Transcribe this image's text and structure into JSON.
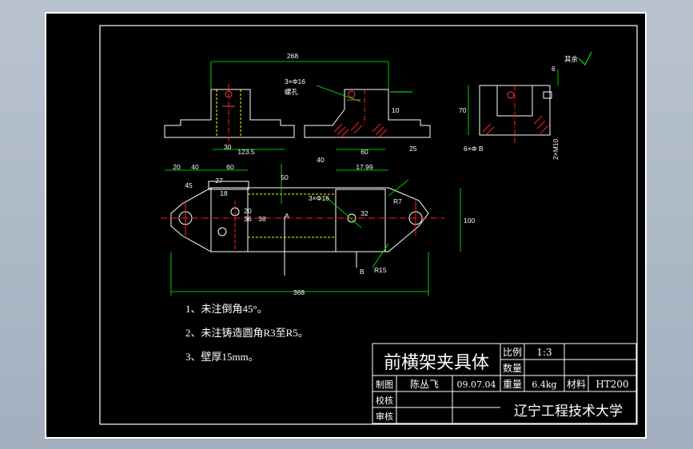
{
  "title_block": {
    "part_name": "前横架夹具体",
    "scale_label": "比例",
    "scale_value": "1:3",
    "quantity_label": "数量",
    "weight_label": "重量",
    "weight_value": "6.4kg",
    "material_label": "材料",
    "material_value": "HT200",
    "drawn_label": "制图",
    "drawn_by": "陈丛飞",
    "date": "09.07.04",
    "check_label": "校核",
    "review_label": "审核",
    "school": "辽宁工程技术大学"
  },
  "notes": [
    "1、未注倒角45°。",
    "2、未注铸造圆角R3至R5。",
    "3、壁厚15mm。"
  ],
  "roughness_note": "其余",
  "dimensions": {
    "top_overall": "268",
    "bottom_overall": "368",
    "d_123_5": "123.5",
    "d_60a": "60",
    "d_60b": "60",
    "d_17_99": "17.99",
    "d_20a": "20",
    "d_40a": "40",
    "d_40b": "40",
    "d_27": "27",
    "d_18": "18",
    "d_36": "36",
    "d_20b": "20",
    "d_38": "38",
    "d_50": "50",
    "d_45": "45",
    "d_32": "32",
    "d_100": "100",
    "d_70": "70",
    "d_10": "10",
    "d_6": "6",
    "d_25": "25",
    "d_30": "30",
    "r_7": "R7",
    "r_15": "R15",
    "holes_top": "3×Φ16",
    "holes_plan": "3×Φ16",
    "thread_note": "螺孔",
    "side_note": "2×M10",
    "section_a": "A",
    "section_b": "B",
    "side_small": "6×Φ B"
  },
  "colors": {
    "background": "#000000",
    "border": "#ffffff",
    "geometry": "#ffffff",
    "dimension": "#00ff00",
    "hatch": "#ff0000",
    "center": "#ff2020",
    "hidden": "#ffff00"
  }
}
